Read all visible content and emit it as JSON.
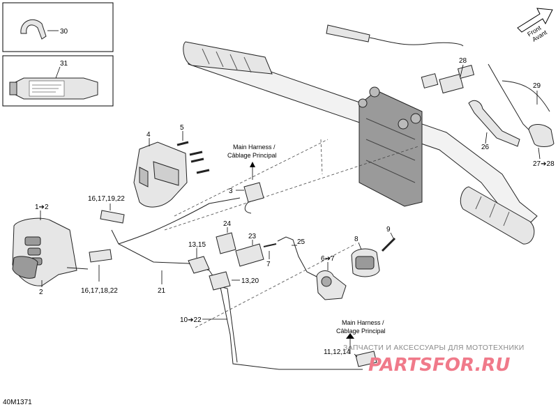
{
  "figure_code": "40M1371",
  "front_label": {
    "line1": "Front",
    "line2": "Avant"
  },
  "harness_note_top": {
    "line1": "Main Harness /",
    "line2": "Câblage Principal"
  },
  "harness_note_bottom": {
    "line1": "Main Harness /",
    "line2": "Câblage Principal"
  },
  "callouts": {
    "c30": "30",
    "c31": "31",
    "c1_2": "1➔2",
    "c2": "2",
    "c3": "3",
    "c4": "4",
    "c5": "5",
    "c6_7": "6➔7",
    "c7": "7",
    "c8": "8",
    "c9": "9",
    "c10_22": "10➔22",
    "c11_12_14": "11,12,14",
    "c13_15": "13,15",
    "c13_20": "13,20",
    "c16_17_18_22": "16,17,18,22",
    "c16_17_19_22": "16,17,19,22",
    "c21": "21",
    "c23": "23",
    "c24": "24",
    "c25": "25",
    "c26": "26",
    "c27_28": "27➔28",
    "c28": "28",
    "c29": "29"
  },
  "watermark": {
    "text": "ЗАПЧАСТИ И АКСЕССУАРЫ ДЛЯ МОТОТЕХНИКИ",
    "brand": "PARTSFOR.RU"
  },
  "colors": {
    "watermark_brand": "#f07a8a",
    "watermark_text": "#8a8a8a",
    "line": "#222222"
  }
}
